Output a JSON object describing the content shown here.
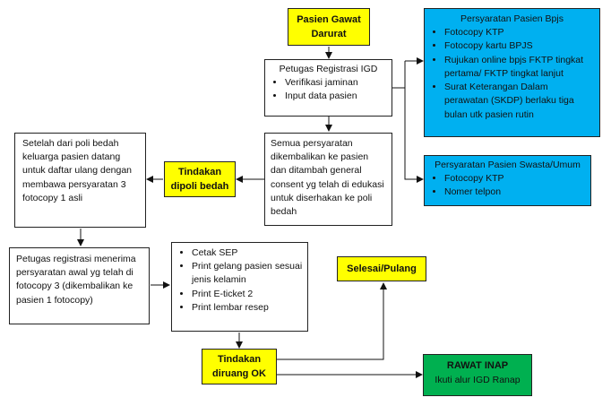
{
  "nodes": {
    "pasien_gawat_darurat": "Pasien Gawat Darurat",
    "petugas_igd": {
      "title": "Petugas Registrasi IGD",
      "items": [
        "Verifikasi jaminan",
        "Input  data pasien"
      ]
    },
    "persyaratan_bpjs": {
      "title": "Persyaratan Pasien Bpjs",
      "items": [
        "Fotocopy KTP",
        "Fotocopy kartu BPJS",
        "Rujukan online bpjs FKTP tingkat pertama/ FKTP tingkat lanjut",
        "Surat Keterangan Dalam perawatan (SKDP) berlaku tiga bulan utk pasien rutin"
      ]
    },
    "persyaratan_swasta": {
      "title": "Persyaratan Pasien Swasta/Umum",
      "items": [
        "Fotocopy KTP",
        "Nomer telpon"
      ]
    },
    "semua_persyaratan": "Semua persyaratan dikembalikan ke pasien dan ditambah general consent yg telah di edukasi untuk diserhakan ke poli bedah",
    "tindakan_dipoli_bedah": "Tindakan dipoli bedah",
    "setelah_poli_bedah": "Setelah dari poli bedah keluarga pasien datang untuk daftar ulang dengan membawa persyaratan 3 fotocopy 1 asli",
    "petugas_registrasi": "Petugas registrasi menerima persyaratan awal yg telah di fotocopy 3 (dikembalikan ke pasien 1 fotocopy)",
    "cetak_list": [
      "Cetak SEP",
      "Print gelang pasien sesuai jenis kelamin",
      "Print E-ticket 2",
      "Print lembar resep"
    ],
    "tindakan_diruang_ok": "Tindakan diruang OK",
    "selesai_pulang": "Selesai/Pulang",
    "rawat_inap": {
      "title": "RAWAT INAP",
      "subtitle": "Ikuti alur IGD Ranap"
    }
  },
  "colors": {
    "yellow": "#ffff00",
    "blue": "#00b0f0",
    "green": "#00b050",
    "border": "#222222"
  }
}
